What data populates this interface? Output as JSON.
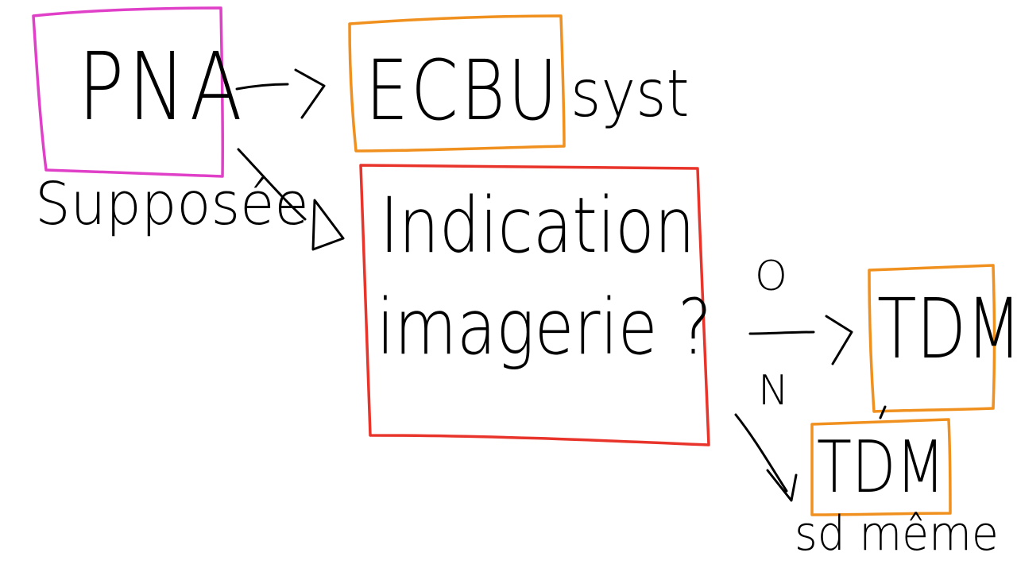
{
  "nodes": {
    "pna": {
      "label": "PNA",
      "note": "Supposée"
    },
    "ecbu": {
      "label": "ECBU",
      "note": "syst"
    },
    "indication": {
      "line1": "Indication",
      "line2": "imagerie ?"
    },
    "tdm_yes": {
      "label": "TDM"
    },
    "tdm_no": {
      "label": "TDM",
      "note": "sd même ."
    }
  },
  "edges": {
    "yes_label": "O",
    "no_label": "N"
  },
  "colors": {
    "pna_box": "#e040c8",
    "ecbu_box": "#f0901e",
    "indication_box": "#e8342a",
    "tdm_box": "#f0901e",
    "ink": "#000000",
    "background": "#ffffff"
  }
}
